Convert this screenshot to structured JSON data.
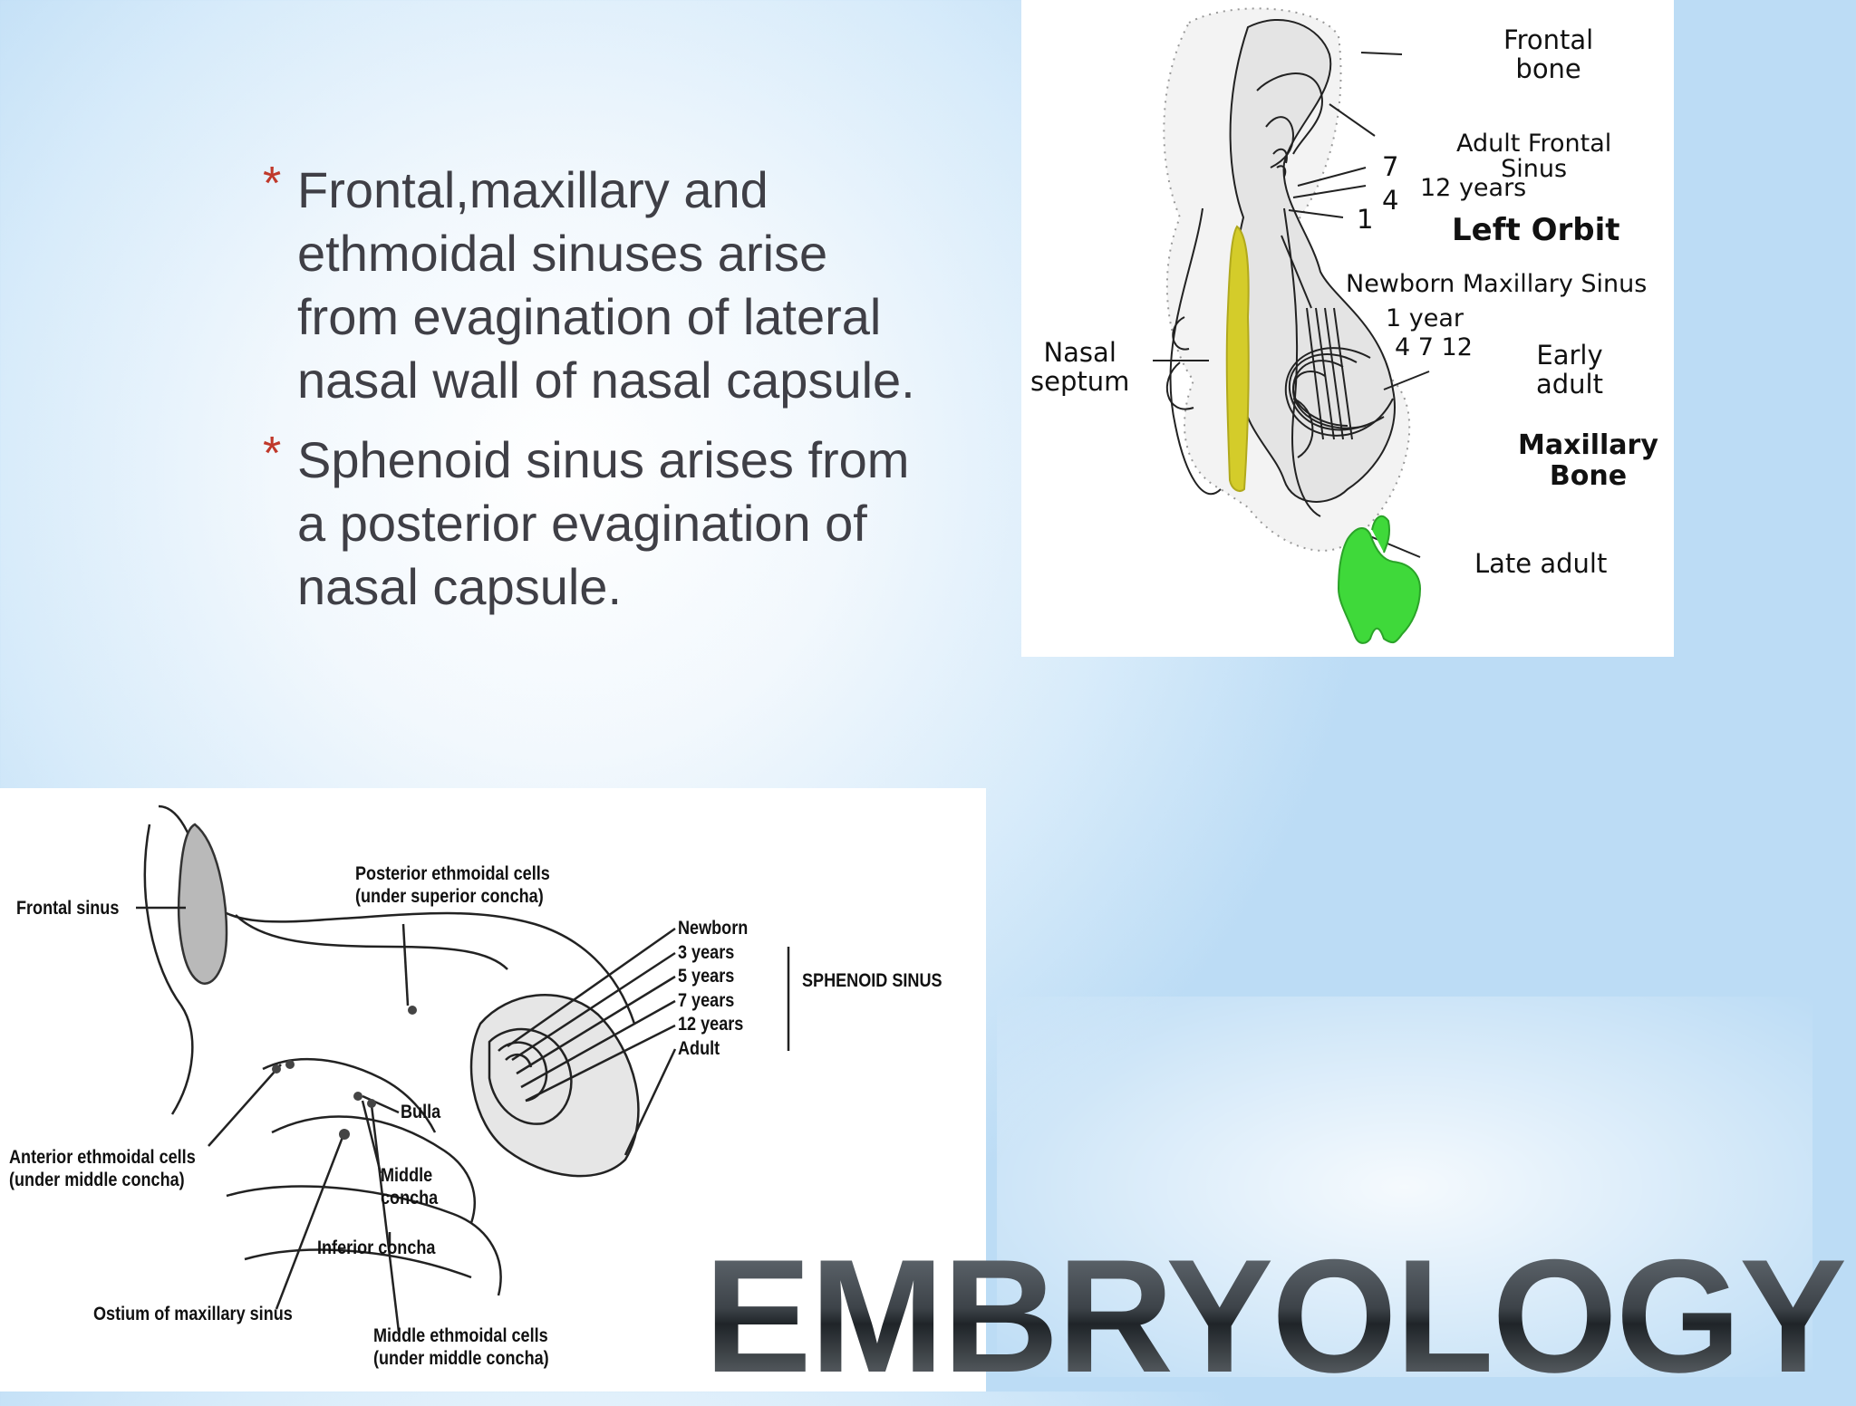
{
  "slide": {
    "title": "EMBRYOLOGY",
    "bullets": [
      {
        "marker": "*",
        "text": "Frontal,maxillary and ethmoidal sinuses arise from evagination of lateral nasal wall of nasal capsule."
      },
      {
        "marker": "*",
        "text": "Sphenoid sinus arises from a posterior evagination of nasal capsule."
      }
    ],
    "colors": {
      "bullet_marker": "#c0392b",
      "body_text": "#3f3f46",
      "septum_fill": "#d4cc2a",
      "tooth_fill": "#3fd93a"
    }
  },
  "top_figure": {
    "labels": {
      "frontal_bone": "Frontal\nbone",
      "adult_frontal_sinus": "Adult Frontal\nSinus",
      "n7": "7",
      "n4": "4",
      "n1": "1",
      "twelve_years": "12 years",
      "left_orbit": "Left Orbit",
      "newborn_maxillary_sinus": "Newborn Maxillary Sinus",
      "one_year": "1 year",
      "seq_4_7_12": "4 7 12",
      "nasal_septum": "Nasal\nseptum",
      "early_adult": "Early\nadult",
      "maxillary_bone": "Maxillary\nBone",
      "late_adult": "Late adult"
    }
  },
  "bottom_figure": {
    "labels": {
      "frontal_sinus": "Frontal sinus",
      "posterior_ethmoidal": "Posterior ethmoidal cells\n(under superior concha)",
      "sphenoid_ages": "Newborn\n3 years\n5 years\n7 years\n12 years\nAdult",
      "sphenoid_sinus": "SPHENOID SINUS",
      "bulla": "Bulla",
      "anterior_ethmoidal": "Anterior ethmoidal cells\n(under middle concha)",
      "middle_concha": "Middle\nconcha",
      "inferior_concha": "Inferior concha",
      "ostium": "Ostium of maxillary sinus",
      "middle_ethmoidal": "Middle ethmoidal cells\n(under middle concha)"
    }
  }
}
